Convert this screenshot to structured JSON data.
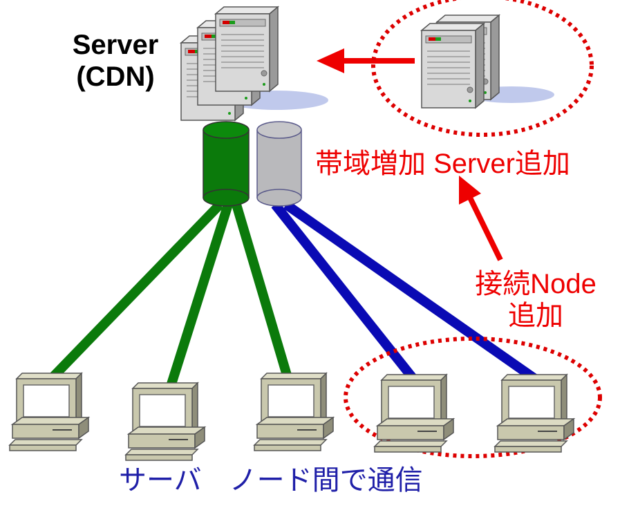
{
  "labels": {
    "server_line1": "Server",
    "server_line2": "(CDN)",
    "bandwidth_server_add": "帯域増加 Server追加",
    "node_add_line1": "接続Node",
    "node_add_line2": "追加",
    "bottom_caption": "サーバ　ノード間で通信"
  },
  "colors": {
    "green_link": "#0b7a0b",
    "blue_link": "#0a0ab4",
    "grey_db": "#b9b9bc",
    "red_accent": "#ee0000",
    "caption_blue": "#1f1fa8"
  },
  "icons": {
    "server_cluster": "server-tower-icon",
    "added_server": "server-tower-icon",
    "green_db": "database-cylinder-icon",
    "grey_db": "database-cylinder-icon",
    "client": "desktop-computer-icon"
  }
}
